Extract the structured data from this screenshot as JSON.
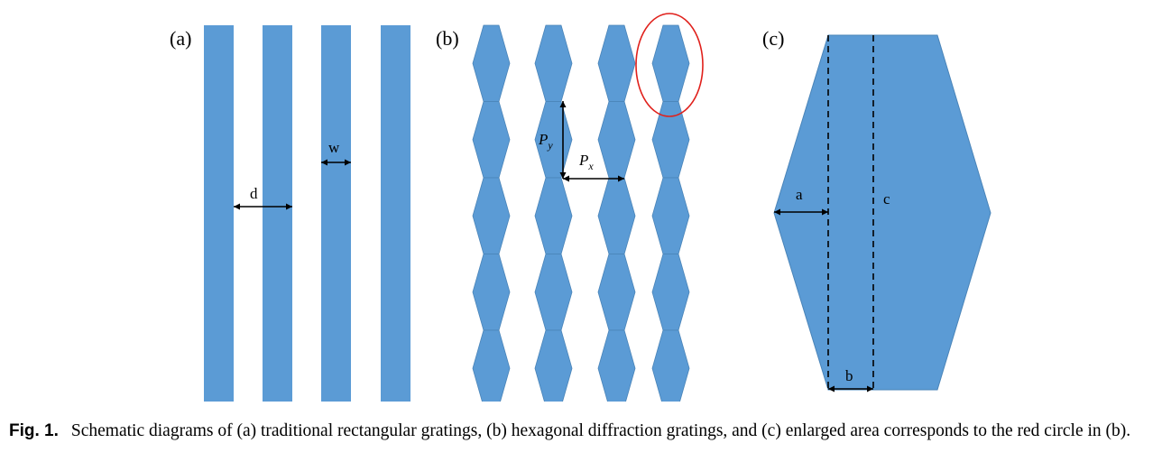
{
  "colors": {
    "grating_fill": "#5b9bd5",
    "grating_edge": "#4a84b8",
    "highlight": "#e0201b",
    "ink": "#000000"
  },
  "panels": {
    "a": {
      "label": "(a)",
      "d_label": "d",
      "w_label": "w"
    },
    "b": {
      "label": "(b)",
      "py_main": "P",
      "py_sub": "y",
      "px_main": "P",
      "px_sub": "x"
    },
    "c": {
      "label": "(c)",
      "a_label": "a",
      "b_label": "b",
      "c_label": "c"
    }
  },
  "caption": {
    "label": "Fig. 1.",
    "text": "Schematic diagrams of (a) traditional rectangular gratings, (b) hexagonal diffraction gratings, and (c) enlarged area corresponds to the red circle in (b)."
  }
}
